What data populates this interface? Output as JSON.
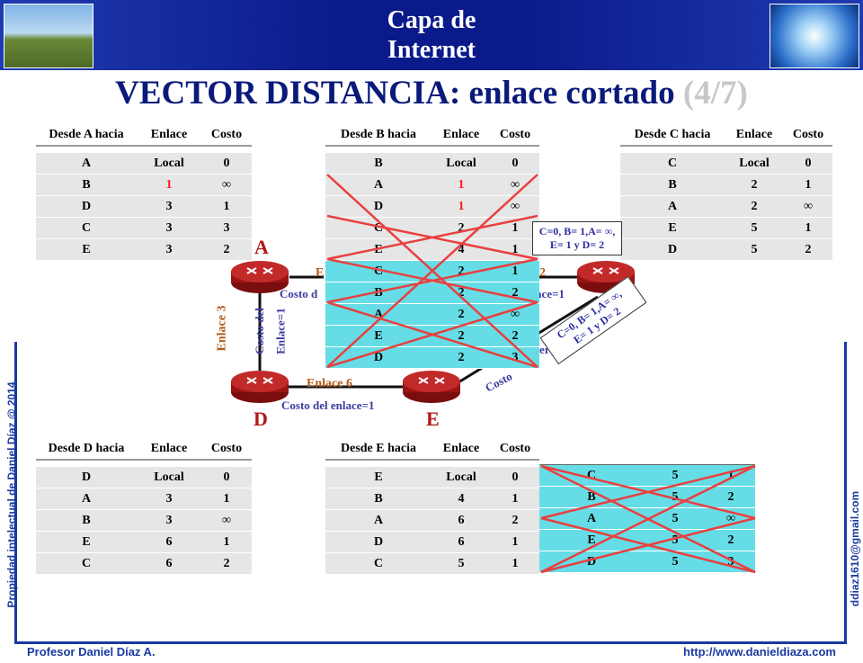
{
  "header": {
    "title_line1": "Capa de",
    "title_line2": "Internet"
  },
  "slide": {
    "title": "VECTOR DISTANCIA: enlace cortado",
    "counter": "(4/7)"
  },
  "footer": {
    "author": "Profesor Daniel Díaz A.",
    "url": "http://www.danieldiaza.com",
    "left_vertical": "Propiedad intelectual de Daniel Díaz @ 2014",
    "right_vertical": "ddiaz1610@gmail.com"
  },
  "table_a": {
    "headers": [
      "Desde A hacia",
      "Enlace",
      "Costo"
    ],
    "rows": [
      {
        "dest": "A",
        "link": "Local",
        "cost": "0"
      },
      {
        "dest": "B",
        "link": "1",
        "cost": "∞"
      },
      {
        "dest": "D",
        "link": "3",
        "cost": "1"
      },
      {
        "dest": "C",
        "link": "3",
        "cost": "3"
      },
      {
        "dest": "E",
        "link": "3",
        "cost": "2"
      }
    ]
  },
  "table_b": {
    "headers": [
      "Desde B hacia",
      "Enlace",
      "Costo"
    ],
    "rows": [
      {
        "dest": "B",
        "link": "Local",
        "cost": "0"
      },
      {
        "dest": "A",
        "link": "1",
        "cost": "∞"
      },
      {
        "dest": "D",
        "link": "1",
        "cost": "∞"
      },
      {
        "dest": "C",
        "link": "2",
        "cost": "1"
      },
      {
        "dest": "E",
        "link": "4",
        "cost": "1"
      },
      {
        "dest": "C",
        "link": "2",
        "cost": "1"
      },
      {
        "dest": "B",
        "link": "2",
        "cost": "2"
      },
      {
        "dest": "A",
        "link": "2",
        "cost": "∞"
      },
      {
        "dest": "E",
        "link": "2",
        "cost": "2"
      },
      {
        "dest": "D",
        "link": "2",
        "cost": "3"
      }
    ]
  },
  "table_c": {
    "headers": [
      "Desde C hacia",
      "Enlace",
      "Costo"
    ],
    "rows": [
      {
        "dest": "C",
        "link": "Local",
        "cost": "0"
      },
      {
        "dest": "B",
        "link": "2",
        "cost": "1"
      },
      {
        "dest": "A",
        "link": "2",
        "cost": "∞"
      },
      {
        "dest": "E",
        "link": "5",
        "cost": "1"
      },
      {
        "dest": "D",
        "link": "5",
        "cost": "2"
      }
    ]
  },
  "table_d": {
    "headers": [
      "Desde D hacia",
      "Enlace",
      "Costo"
    ],
    "rows": [
      {
        "dest": "D",
        "link": "Local",
        "cost": "0"
      },
      {
        "dest": "A",
        "link": "3",
        "cost": "1"
      },
      {
        "dest": "B",
        "link": "3",
        "cost": "∞"
      },
      {
        "dest": "E",
        "link": "6",
        "cost": "1"
      },
      {
        "dest": "C",
        "link": "6",
        "cost": "2"
      }
    ]
  },
  "table_e": {
    "headers": [
      "Desde E hacia",
      "Enlace",
      "Costo"
    ],
    "rows": [
      {
        "dest": "E",
        "link": "Local",
        "cost": "0"
      },
      {
        "dest": "B",
        "link": "4",
        "cost": "1"
      },
      {
        "dest": "A",
        "link": "6",
        "cost": "2"
      },
      {
        "dest": "D",
        "link": "6",
        "cost": "1"
      },
      {
        "dest": "C",
        "link": "5",
        "cost": "1"
      }
    ]
  },
  "table_e_incoming": {
    "rows": [
      {
        "dest": "C",
        "link": "5",
        "cost": "1"
      },
      {
        "dest": "B",
        "link": "5",
        "cost": "2"
      },
      {
        "dest": "A",
        "link": "5",
        "cost": "∞"
      },
      {
        "dest": "E",
        "link": "5",
        "cost": "2"
      },
      {
        "dest": "D",
        "link": "5",
        "cost": "3"
      }
    ]
  },
  "nodes": {
    "a": "A",
    "d": "D",
    "e": "E"
  },
  "links": {
    "enlace3": "Enlace 3",
    "enlace6": "Enlace 6",
    "enlace1_partial": "E",
    "enlace2_partial": "2",
    "cost_ad_line1": "Costo del",
    "cost_ad_line2": "Enlace=1",
    "cost_de": "Costo del enlace=1",
    "cost_ab_partial": "Costo d",
    "cost_bc_partial": "ace=1",
    "cost_ce_partial": "Costo",
    "cost_ce_partial2": "er"
  },
  "callouts": {
    "c1_line1": "C=0, B= 1,A= ∞,",
    "c1_line2": "E= 1 y D= 2",
    "c2_line1": "C=0, B= 1,A= ∞,",
    "c2_line2": "E= 1 y D= 2"
  }
}
